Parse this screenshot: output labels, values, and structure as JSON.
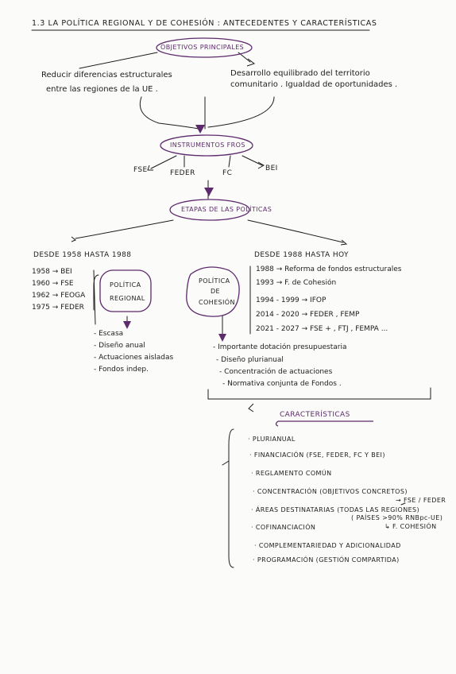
{
  "title": "1.3  LA POLÍTICA REGIONAL Y DE COHESIÓN : ANTECEDENTES Y CARACTERÍSTICAS",
  "objectives": {
    "label": "OBJETIVOS PRINCIPALES",
    "left_line1": "Reducir diferencias estructurales",
    "left_line2": "entre las regiones de la UE .",
    "right_line1": "Desarrollo equilibrado del territorio",
    "right_line2": "comunitario . Igualdad de oportunidades ."
  },
  "instruments": {
    "label": "INSTRUMENTOS FROS",
    "items": [
      "FSE",
      "FEDER",
      "FC",
      "BEI"
    ]
  },
  "stages": {
    "label": "ETAPAS DE LAS POLÍTICAS",
    "left": {
      "heading": "DESDE 1958 HASTA 1988",
      "timeline": [
        "1958 → BEI",
        "1960 → FSE",
        "1962 → FEOGA",
        "1975 → FEDER"
      ],
      "box_line1": "POLÍTICA",
      "box_line2": "REGIONAL",
      "features": [
        "- Escasa",
        "- Diseño anual",
        "- Actuaciones aisladas",
        "- Fondos indep."
      ]
    },
    "center": {
      "line1": "POLÍTICA",
      "line2": "DE",
      "line3": "COHESIÓN"
    },
    "right": {
      "heading": "DESDE 1988 HASTA HOY",
      "timeline": [
        "1988 → Reforma de fondos estructurales",
        "1993 → F. de Cohesión",
        "1994 - 1999 → IFOP",
        "2014 - 2020 → FEDER , FEMP",
        "2021 - 2027 → FSE + , FTJ , FEMPA ..."
      ],
      "features": [
        "- Importante dotación presupuestaria",
        "- Diseño plurianual",
        "- Concentración de actuaciones",
        "- Normativa conjunta de Fondos ."
      ]
    }
  },
  "characteristics": {
    "label": "CARACTERÍSTICAS",
    "items": [
      "· PLURIANUAL",
      "· FINANCIACIÓN (FSE, FEDER, FC Y BEI)",
      "· REGLAMENTO COMÚN",
      "· CONCENTRACIÓN (OBJETIVOS CONCRETOS)",
      "· ÁREAS DESTINATARIAS (TODAS LAS REGIONES)",
      "· COFINANCIACIÓN",
      "· COMPLEMENTARIEDAD Y ADICIONALIDAD",
      "· PROGRAMACIÓN (GESTIÓN COMPARTIDA)"
    ],
    "note_fse": "→ FSE / FEDER",
    "note_paises": "( PAÍSES >90% RNBpc-UE)",
    "note_fc": "↳ F. COHESIÓN"
  },
  "colors": {
    "ink": "#1d1d1d",
    "accent": "#5d2a6c",
    "paper": "#fbfbfa"
  }
}
